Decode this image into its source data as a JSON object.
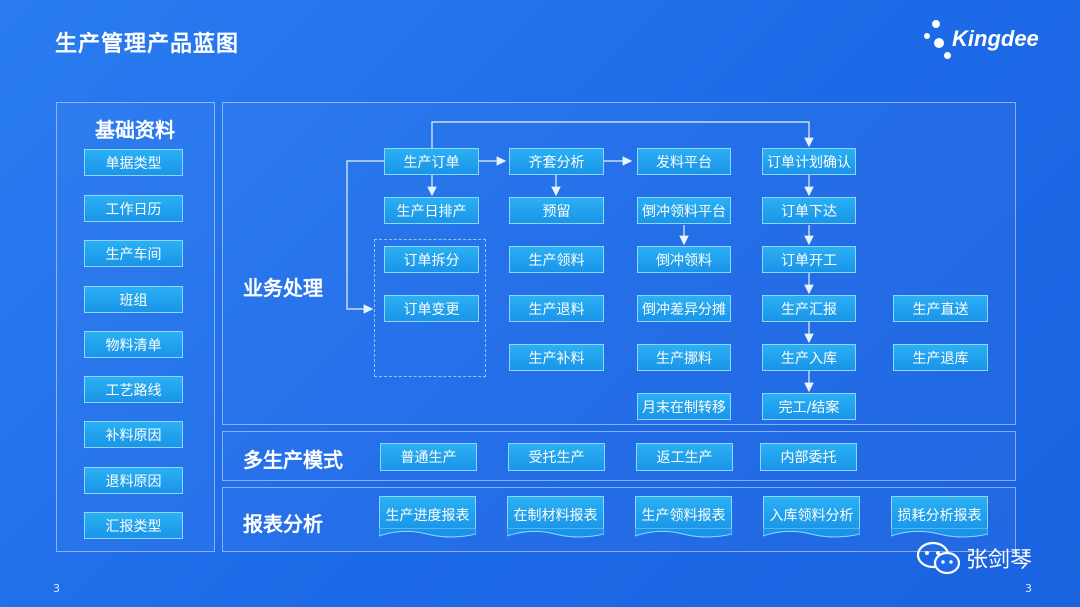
{
  "title": "生产管理产品蓝图",
  "logo_text": "Kingdee",
  "sections": {
    "basic": {
      "label": "基础资料",
      "items": [
        "单据类型",
        "工作日历",
        "生产车间",
        "班组",
        "物料清单",
        "工艺路线",
        "补料原因",
        "退料原因",
        "汇报类型"
      ]
    },
    "business": {
      "label": "业务处理",
      "col1": [
        "生产订单",
        "生产日排产",
        "订单拆分",
        "订单变更"
      ],
      "col2": [
        "齐套分析",
        "预留",
        "生产领料",
        "生产退料",
        "生产补料"
      ],
      "col3": [
        "发料平台",
        "倒冲领料平台",
        "倒冲领料",
        "倒冲差异分摊",
        "生产挪料",
        "月末在制转移"
      ],
      "col4": [
        "订单计划确认",
        "订单下达",
        "订单开工",
        "生产汇报",
        "生产入库",
        "完工/结案"
      ],
      "col5": [
        "生产直送",
        "生产退库"
      ]
    },
    "modes": {
      "label": "多生产模式",
      "items": [
        "普通生产",
        "受托生产",
        "返工生产",
        "内部委托"
      ]
    },
    "reports": {
      "label": "报表分析",
      "items": [
        "生产进度报表",
        "在制材料报表",
        "生产领料报表",
        "入库领料分析",
        "损耗分析报表"
      ]
    }
  },
  "page_number_left": "3",
  "page_number_right": "3",
  "author": "张剑琴",
  "colors": {
    "background": "#1d6ae8",
    "node": "#1f9fec",
    "node_border": "#8fd6ff"
  }
}
